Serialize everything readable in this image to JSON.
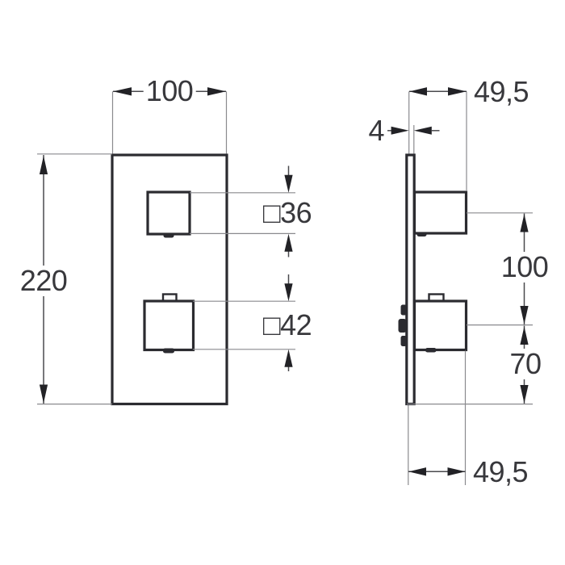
{
  "drawing": {
    "front_view": {
      "width": "100",
      "height": "220",
      "upper_knob": "□36",
      "lower_knob": "□42"
    },
    "side_view": {
      "depth_top": "49,5",
      "plate_thickness": "4",
      "knob_center_spacing": "100",
      "knob_center_to_bottom": "70",
      "depth_bottom": "49,5"
    },
    "colors": {
      "outline": "#2b2b30",
      "dimension_line": "#4a4a4e",
      "extension_line": "#8a8a8e",
      "text": "#38383c",
      "background": "#ffffff"
    }
  }
}
